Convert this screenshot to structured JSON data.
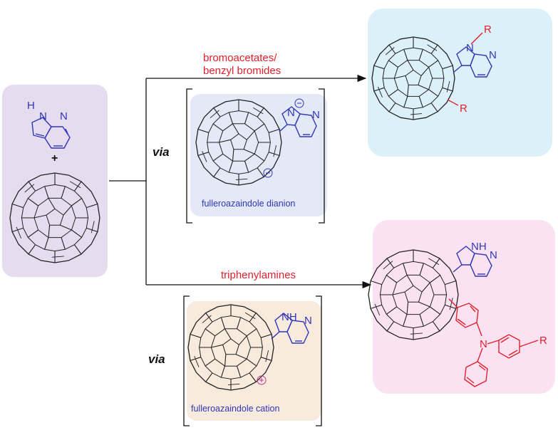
{
  "colors": {
    "reactant_box": "#e6dcef",
    "product1_box": "#dcf0fa",
    "dianion_box": "#e4e9f7",
    "cation_box": "#f8eadc",
    "product2_box": "#fbe2f3",
    "heterocycle": "#2f36b8",
    "reagent": "#e0202a",
    "line": "#111111"
  },
  "reactants": {
    "azaindole": {
      "nh_label": "N",
      "h_label": "H",
      "n_label": "N"
    },
    "plus": "+",
    "fullerene": "C60-icon"
  },
  "routes": [
    {
      "reagent_line1": "bromoacetates/",
      "reagent_line2": "benzyl bromides"
    },
    {
      "reagent_line1": "triphenylamines"
    }
  ],
  "intermediates": [
    {
      "via": "via",
      "caption": "fulleroazaindole dianion",
      "n1": "N",
      "n2": "N",
      "charge": "−"
    },
    {
      "via": "via",
      "caption": "fulleroazaindole cation",
      "nh": "NH",
      "n2": "N",
      "charge": "+"
    }
  ],
  "products": [
    {
      "r_on_n": "R",
      "n1": "N",
      "n2": "N",
      "r_on_cage": "R"
    },
    {
      "nh": "NH",
      "n2": "N",
      "n_amine": "N",
      "r_aryl": "R"
    }
  ]
}
